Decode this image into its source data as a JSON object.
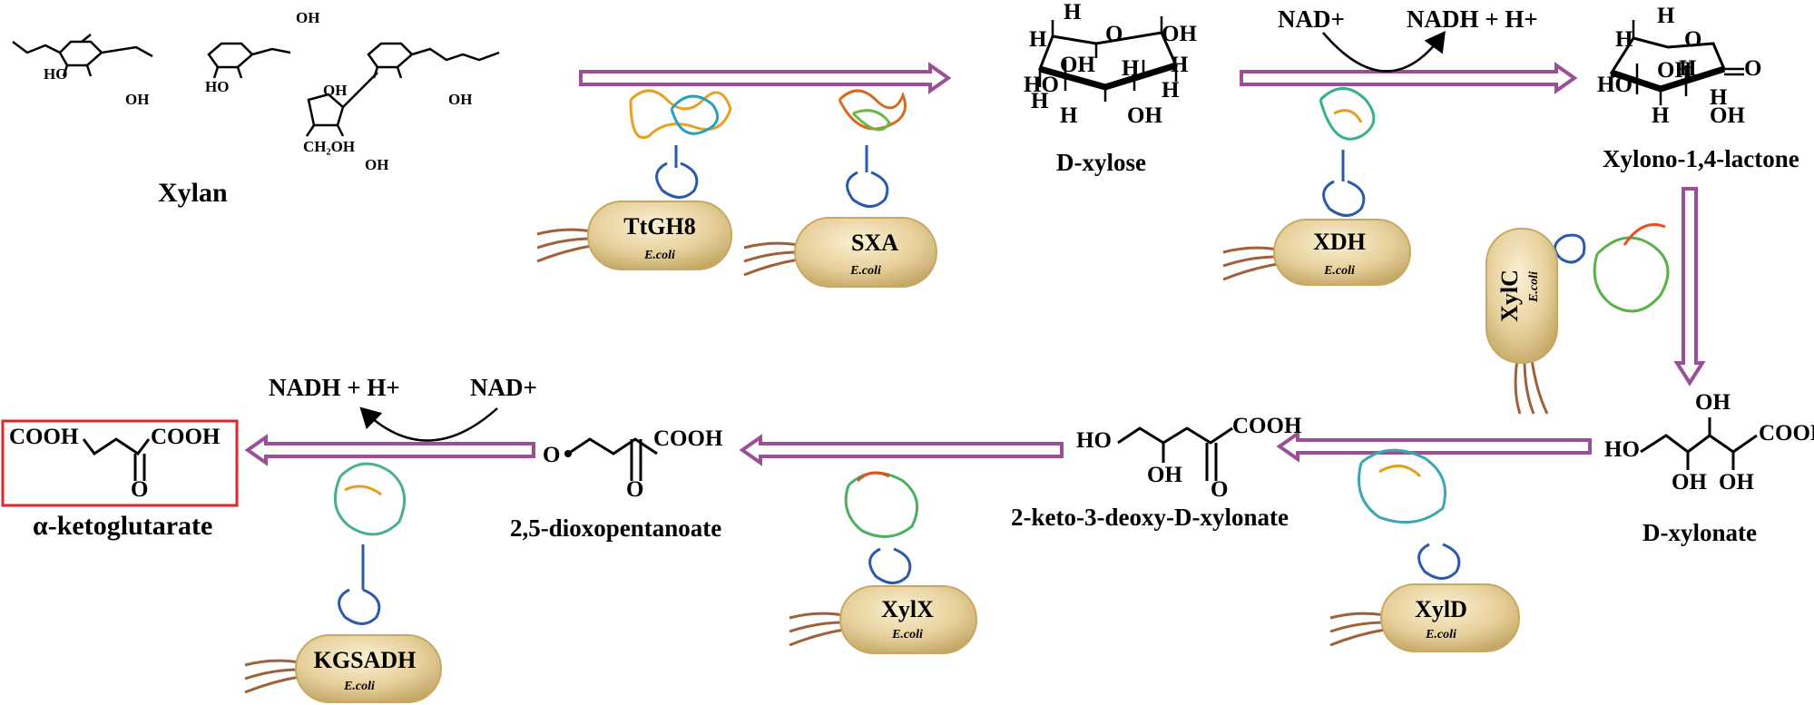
{
  "compounds": {
    "xylan": "Xylan",
    "d_xylose": "D-xylose",
    "xylono_lactone": "Xylono-1,4-lactone",
    "d_xylonate": "D-xylonate",
    "kdx": "2-keto-3-deoxy-D-xylonate",
    "dioxopentanoate": "2,5-dioxopentanoate",
    "akg": "α-ketoglutarate"
  },
  "enzymes": [
    {
      "name": "TtGH8",
      "host": "E.coli"
    },
    {
      "name": "SXA",
      "host": "E.coli"
    },
    {
      "name": "XDH",
      "host": "E.coli"
    },
    {
      "name": "XylC",
      "host": "E.coli"
    },
    {
      "name": "XylD",
      "host": "E.coli"
    },
    {
      "name": "XylX",
      "host": "E.coli"
    },
    {
      "name": "KGSADH",
      "host": "E.coli"
    }
  ],
  "cofactors": {
    "xdh_in": "NAD+",
    "xdh_out": "NADH + H+",
    "kgsadh_in": "NAD+",
    "kgsadh_out": "NADH + H+"
  },
  "chem_text": {
    "cooh": "COOH",
    "oh": "OH",
    "ho": "HO",
    "h": "H",
    "o": "O",
    "ch2oh": "CH₂OH"
  },
  "colors": {
    "arrow": "#9b4f96",
    "highlight_box": "#e0262b",
    "cell_body": "#e6cf9a",
    "flagella": "#a0603a"
  }
}
